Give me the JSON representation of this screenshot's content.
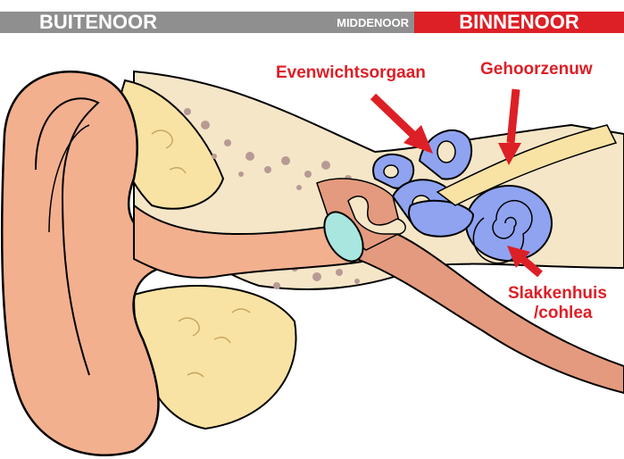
{
  "header": {
    "buitenoor": "BUITENOOR",
    "middenoor": "MIDDENOOR",
    "binnenoor": "BINNENOOR"
  },
  "labels": {
    "evenwichtsorgaan": "Evenwichtsorgaan",
    "gehoorzenuw": "Gehoorzenuw",
    "slakkenhuis_line1": "Slakkenhuis",
    "slakkenhuis_line2": "/cohlea"
  },
  "colors": {
    "header_gray": "#8f8f8f",
    "header_red": "#dd1f26",
    "label_red": "#dd1f26",
    "skin": "#f2b08f",
    "cartilage": "#f8e3a4",
    "bone": "#f5e6c8",
    "inner_ear_blue": "#8fa3f0",
    "eardrum": "#a9e6e0",
    "canal": "#e49a7e"
  }
}
